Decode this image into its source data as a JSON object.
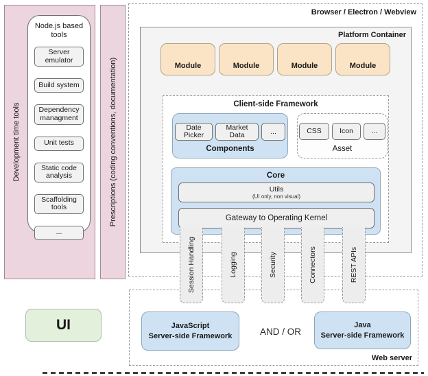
{
  "left_panel": {
    "dev_tools": {
      "label": "Development time tools",
      "group_title": "Node.js based tools",
      "items": [
        "Server emulator",
        "Build system",
        "Dependency managment",
        "Unit tests",
        "Static code analysis",
        "Scaffolding tools",
        "..."
      ]
    },
    "prescriptions": {
      "label": "Prescriptions (coding conventions, documentation)"
    }
  },
  "browser": {
    "label": "Browser / Electron / Webview",
    "platform": {
      "label": "Platform Container",
      "modules": [
        "Module",
        "Module",
        "Module",
        "Module"
      ],
      "client_framework": {
        "label": "Client-side Framework",
        "components": {
          "label": "Components",
          "items": [
            "Date Picker",
            "Market Data",
            "..."
          ]
        },
        "asset": {
          "label": "Asset",
          "items": [
            "CSS",
            "Icon",
            "..."
          ]
        }
      },
      "core": {
        "label": "Core",
        "utils_title": "Utils",
        "utils_subtitle": "(UI only, non visual)",
        "gateway": "Gateway to Operating Kernel"
      }
    }
  },
  "pillars": [
    "Session Handling",
    "Logging",
    "Security",
    "Connectors",
    "REST APIs"
  ],
  "web_server": {
    "label": "Web server",
    "and_or": "AND / OR",
    "js": {
      "line1": "JavaScript",
      "line2": "Server-side Framework"
    },
    "java": {
      "line1": "Java",
      "line2": "Server-side Framework"
    }
  },
  "ui": {
    "label": "UI"
  },
  "colors": {
    "pink": "#ecd5de",
    "peach_module": "#fbe4c5",
    "blue": "#cfe2f3",
    "green_ui": "#e3f0dc",
    "gray_box": "#f2f2f2",
    "container_gray": "#f4f4f4"
  }
}
